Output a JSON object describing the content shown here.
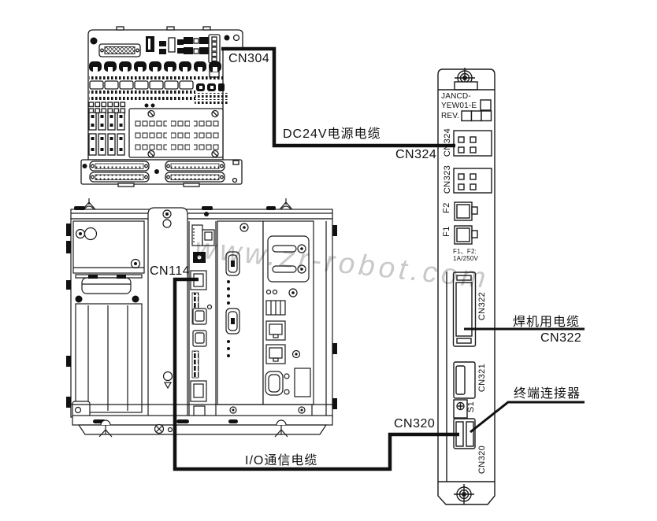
{
  "watermark": "www.zr-robot.com",
  "callouts": {
    "cn304": "CN304",
    "dc24v_cable": "DC24V电源电缆",
    "cn324": "CN324",
    "cn114": "CN114",
    "welder_cable": "焊机用电缆",
    "welder_cn": "CN322",
    "terminator": "终端连接器",
    "cn320": "CN320",
    "io_cable": "I/O通信电缆"
  },
  "panel": {
    "model_line1": "JANCD-",
    "model_line2": "YEW01-E",
    "rev": "REV.",
    "cn324": "CN324",
    "cn323": "CN323",
    "f2": "F2",
    "f1": "F1",
    "fuse_note_line1": "F1、F2:",
    "fuse_note_line2": "1A/250V",
    "cn322": "CN322",
    "cn321": "CN321",
    "s1": "S1",
    "cn320": "CN320"
  }
}
